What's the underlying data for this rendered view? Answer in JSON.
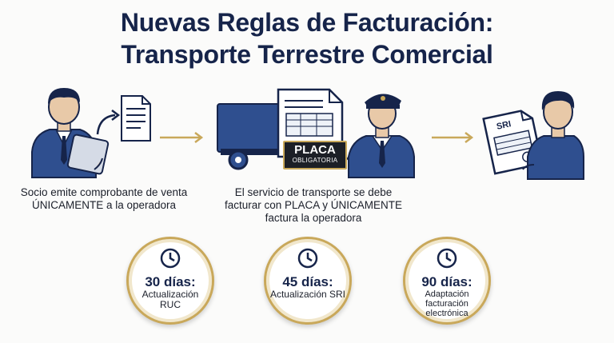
{
  "title": {
    "line1": "Nuevas Reglas de Facturación:",
    "line2": "Transporte Terrestre Comercial"
  },
  "steps": [
    {
      "caption": "Socio emite comprobante de venta ÚNICAMENTE a la operadora"
    },
    {
      "caption": "El servicio de transporte se debe facturar con PLACA y ÚNICAMENTE factura la operadora"
    }
  ],
  "plate": {
    "main": "PLACA",
    "sub": "OBLIGATORIA"
  },
  "sri_document_label": "SRI",
  "deadlines": [
    {
      "period": "30 días:",
      "task": "Actualización RUC"
    },
    {
      "period": "45 días:",
      "task": "Actualización SRI"
    },
    {
      "period": "90 días:",
      "task": "Adaptación facturación electrónica"
    }
  ],
  "icons": [
    "person-tablet-icon",
    "document-icon",
    "truck-icon",
    "invoice-icon",
    "police-officer-icon",
    "sri-document-icon",
    "person-icon",
    "arrow-right-icon",
    "clock-icon"
  ],
  "colors": {
    "navy": "#16244a",
    "gold": "#c9a85a",
    "blue": "#2f4f8f"
  }
}
